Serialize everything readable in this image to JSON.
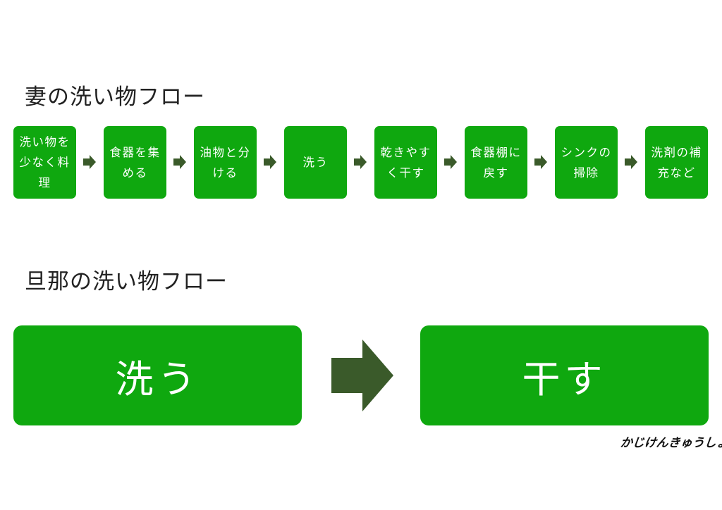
{
  "wife_flow": {
    "title": "妻の洗い物フロー",
    "steps": [
      {
        "label": "洗い物を少なく料理"
      },
      {
        "label": "食器を集める"
      },
      {
        "label": "油物と分ける"
      },
      {
        "label": "洗う"
      },
      {
        "label": "乾きやすく干す"
      },
      {
        "label": "食器棚に戻す"
      },
      {
        "label": "シンクの掃除"
      },
      {
        "label": "洗剤の補充など"
      }
    ]
  },
  "husband_flow": {
    "title": "旦那の洗い物フロー",
    "steps": [
      {
        "label": "洗う"
      },
      {
        "label": "干す"
      }
    ]
  },
  "logo": {
    "text": "かじけんきゅうしょ"
  },
  "colors": {
    "box_green": "#0fa80f",
    "arrow_dark_green": "#3a5a2a",
    "text_white": "#ffffff"
  }
}
